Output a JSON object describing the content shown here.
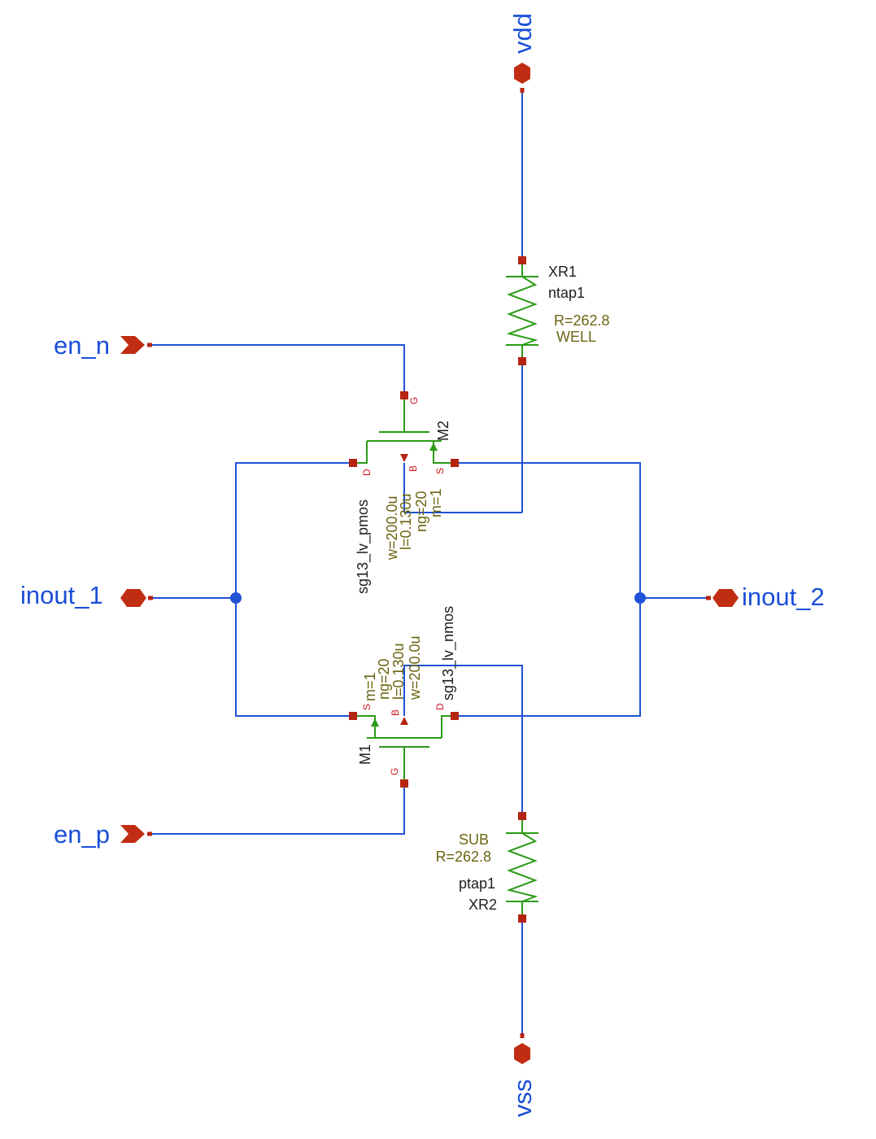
{
  "ports": {
    "vdd": "vdd",
    "vss": "vss",
    "en_n": "en_n",
    "en_p": "en_p",
    "inout_1": "inout_1",
    "inout_2": "inout_2"
  },
  "M2": {
    "name": "M2",
    "model": "sg13_lv_pmos",
    "w": "w=200.0u",
    "l": "l=0.130u",
    "ng": "ng=20",
    "m": "m=1",
    "pins": {
      "g": "G",
      "d": "D",
      "s": "S",
      "b": "B"
    }
  },
  "M1": {
    "name": "M1",
    "model": "sg13_lv_nmos",
    "w": "w=200.0u",
    "l": "l=0.130u",
    "ng": "ng=20",
    "m": "m=1",
    "pins": {
      "g": "G",
      "d": "D",
      "s": "S",
      "b": "B"
    }
  },
  "XR1": {
    "name": "XR1",
    "model": "ntap1",
    "r": "R=262.8",
    "type": "WELL"
  },
  "XR2": {
    "name": "XR2",
    "model": "ptap1",
    "r": "R=262.8",
    "type": "SUB"
  },
  "colors": {
    "wire": "#1f52d6",
    "device": "#2c9b18",
    "pin": "#b52410",
    "net_label": "#1a4fd8",
    "param": "#6a6510",
    "pin_label": "#d0161f"
  }
}
